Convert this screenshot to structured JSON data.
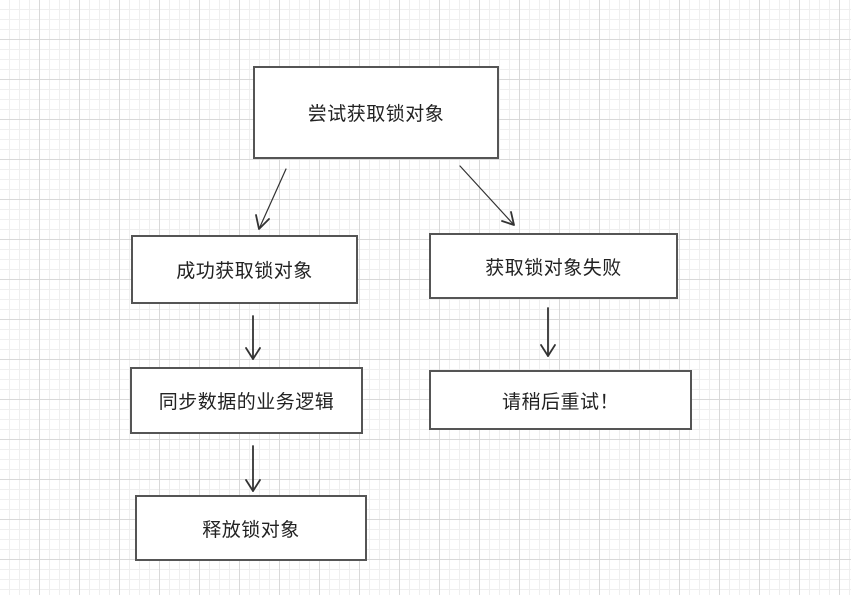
{
  "nodes": {
    "try_acquire": "尝试获取锁对象",
    "acquire_success": "成功获取锁对象",
    "acquire_fail": "获取锁对象失败",
    "sync_logic": "同步数据的业务逻辑",
    "retry_later": "请稍后重试！",
    "release_lock": "释放锁对象"
  },
  "colors": {
    "border": "#555555",
    "arrow": "#333333",
    "grid": "#d9d9d9"
  }
}
